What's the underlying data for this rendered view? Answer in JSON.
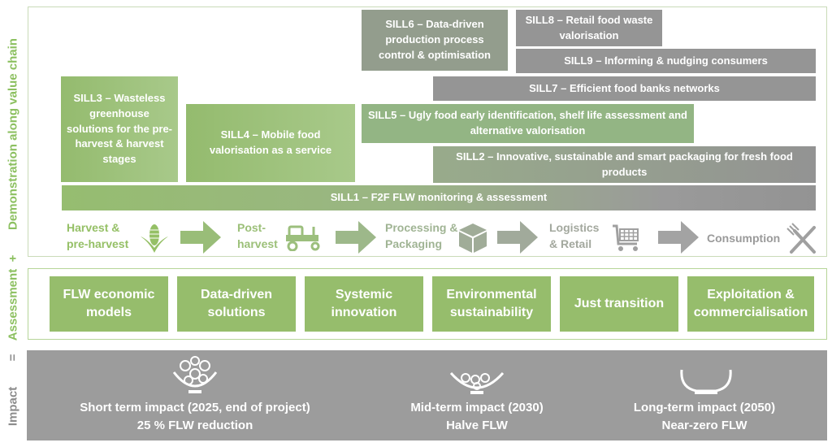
{
  "side_labels": {
    "demonstration": "Demonstration along value chain",
    "plus": "+",
    "assessment": "Assessment",
    "equals": "=",
    "impact": "Impact"
  },
  "colors": {
    "green_label": "#8cc060",
    "grey_label": "#8c8c8c",
    "green_box": "#96bd6c",
    "grey_box": "#959595",
    "impact_bg": "#9c9c9c"
  },
  "sills": {
    "sill1": "SILL1 – F2F FLW monitoring & assessment",
    "sill2": "SILL2 – Innovative, sustainable and smart packaging for fresh food products",
    "sill3": "SILL3 – Wasteless greenhouse solutions for the pre-harvest & harvest stages",
    "sill4": "SILL4 – Mobile food valorisation as a service",
    "sill5": "SILL5 – Ugly food early identification, shelf life assessment and alternative valorisation",
    "sill6": "SILL6 – Data-driven production process control & optimisation",
    "sill7": "SILL7 – Efficient food banks networks",
    "sill8": "SILL8 – Retail food waste valorisation",
    "sill9": "SILL9 – Informing & nudging consumers"
  },
  "stages": [
    {
      "label": "Harvest & pre-harvest",
      "icon": "corn-icon"
    },
    {
      "label": "Post-harvest",
      "icon": "tractor-icon"
    },
    {
      "label": "Processing & Packaging",
      "icon": "box-icon"
    },
    {
      "label": "Logistics & Retail",
      "icon": "cart-icon"
    },
    {
      "label": "Consumption",
      "icon": "fork-knife-icon"
    }
  ],
  "assessment": [
    "FLW economic models",
    "Data-driven solutions",
    "Systemic innovation",
    "Environmental sustainability",
    "Just transition",
    "Exploitation & commercialisation"
  ],
  "impacts": [
    {
      "title": "Short term impact (2025, end of project)",
      "target": "25 % FLW  reduction",
      "icon": "full-bowl-icon"
    },
    {
      "title": "Mid-term impact (2030)",
      "target": "Halve FLW",
      "icon": "half-bowl-icon"
    },
    {
      "title": "Long-term impact (2050)",
      "target": "Near-zero FLW",
      "icon": "empty-bowl-icon"
    }
  ]
}
